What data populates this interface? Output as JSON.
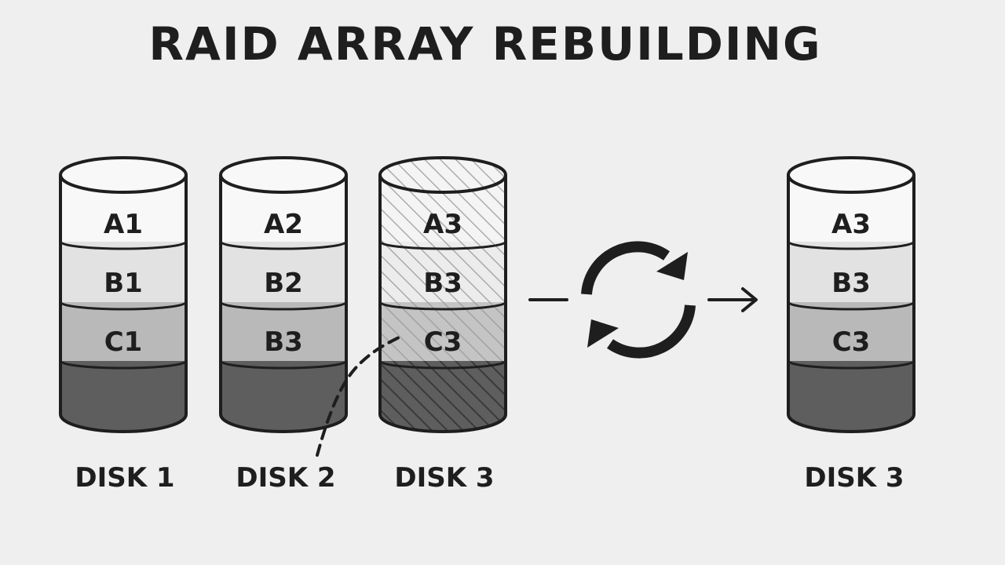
{
  "title": "RAID ARRAY REBUILDING",
  "colors": {
    "background": "#efefef",
    "ink": "#1e1e1e",
    "segment_light": "#f8f8f8",
    "segment_mid": "#e2e2e2",
    "segment_gray": "#b9b9b9",
    "segment_dark": "#5e5e5e"
  },
  "disks": [
    {
      "label": "DISK 1",
      "segments": [
        "A1",
        "B1",
        "C1",
        ""
      ],
      "state": "healthy"
    },
    {
      "label": "DISK 2",
      "segments": [
        "A2",
        "B2",
        "B3",
        ""
      ],
      "state": "healthy"
    },
    {
      "label": "DISK 3",
      "segments": [
        "A3",
        "B3",
        "C3",
        ""
      ],
      "state": "failed"
    }
  ],
  "rebuilt_disk": {
    "label": "DISK 3",
    "segments": [
      "A3",
      "B3",
      "C3",
      ""
    ],
    "state": "rebuilt"
  },
  "icons": [
    "sync-icon",
    "arrow-right-icon"
  ]
}
